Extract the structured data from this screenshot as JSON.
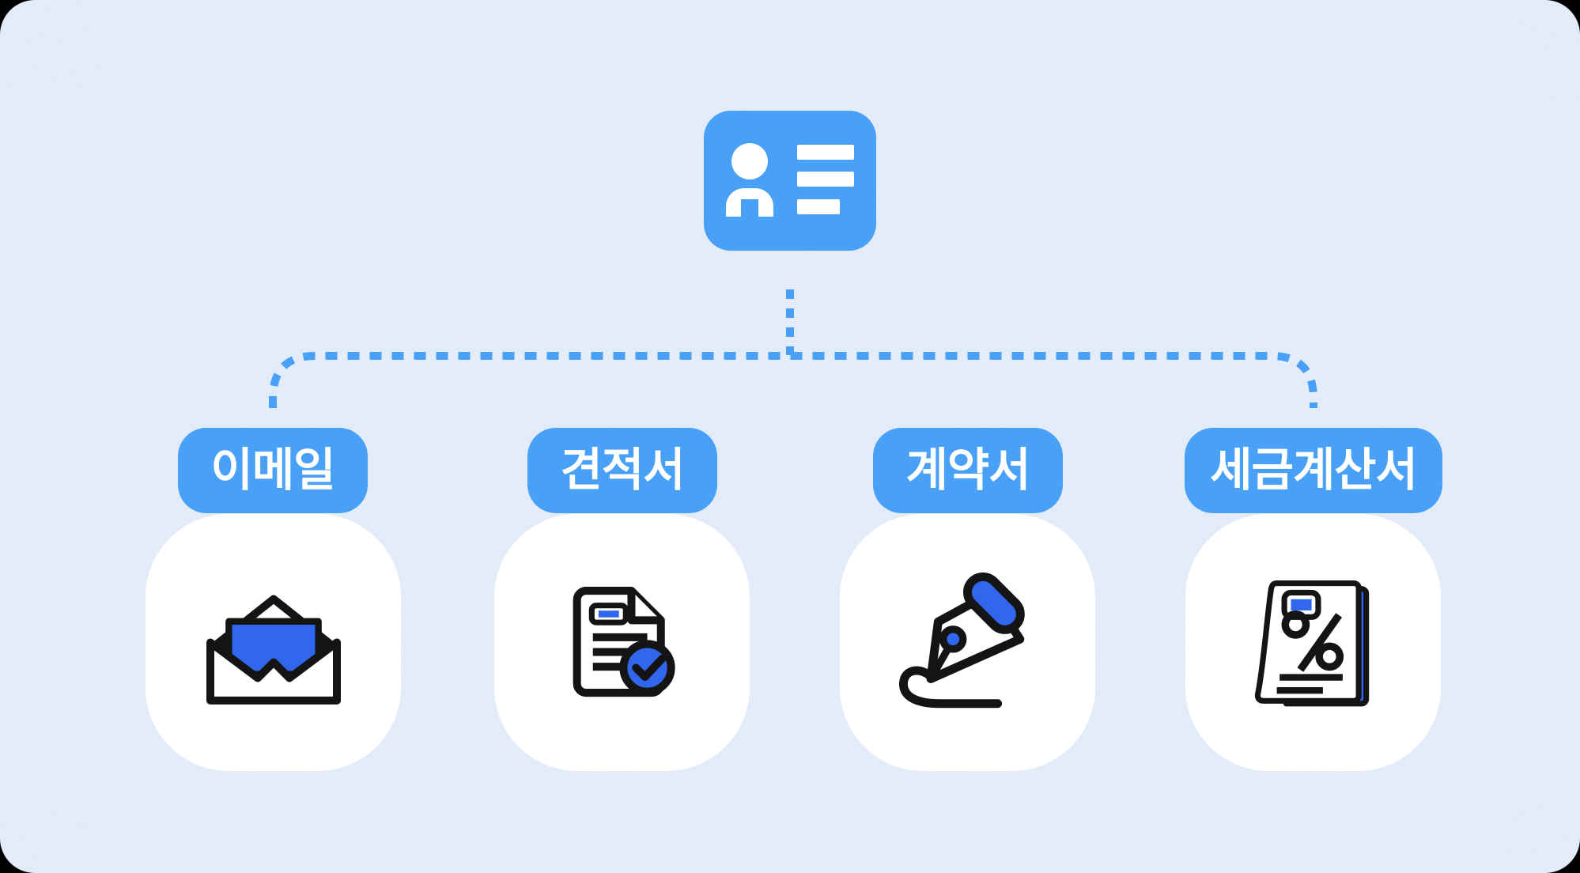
{
  "palette": {
    "background": "#e9f0fa",
    "sky_blue": "#48a1f6",
    "royal_blue": "#3067ee",
    "outline_black": "#141414",
    "card_white": "#ffffff",
    "label_text": "#ffffff"
  },
  "root": {
    "icon": "contact-card-icon"
  },
  "connector": {
    "style": "dashed",
    "color": "#48a1f6"
  },
  "branches": [
    {
      "id": "email",
      "label": "이메일",
      "icon": "open-envelope-icon"
    },
    {
      "id": "quote",
      "label": "견적서",
      "icon": "document-check-icon"
    },
    {
      "id": "contract",
      "label": "계약서",
      "icon": "pen-nib-icon"
    },
    {
      "id": "tax-invoice",
      "label": "세금계산서",
      "icon": "tax-invoice-percent-icon"
    }
  ]
}
